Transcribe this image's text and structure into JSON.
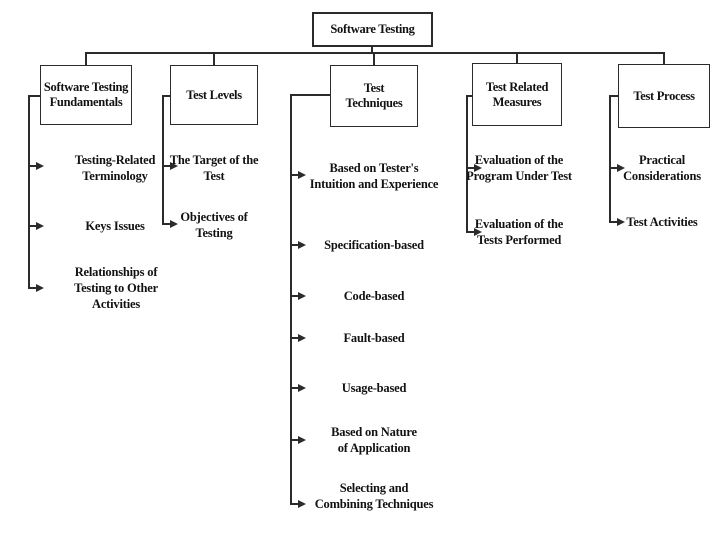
{
  "diagram": {
    "title": "Software Testing knowledge area breakdown",
    "type": "tree",
    "colors": {
      "line": "#2b2b2b",
      "text": "#121212",
      "background": "#ffffff",
      "box_border": "#2b2b2b"
    },
    "root": {
      "label": "Software Testing"
    },
    "branches": [
      {
        "label": "Software Testing Fundamentals",
        "children": [
          "Testing-Related Terminology",
          "Keys Issues",
          "Relationships of Testing to Other Activities"
        ]
      },
      {
        "label": "Test Levels",
        "children": [
          "The Target of the Test",
          "Objectives of Testing"
        ]
      },
      {
        "label": "Test Techniques",
        "children": [
          "Based on Tester's Intuition and Experience",
          "Specification-based",
          "Code-based",
          "Fault-based",
          "Usage-based",
          "Based on Nature of Application",
          "Selecting and Combining Techniques"
        ]
      },
      {
        "label": "Test Related Measures",
        "children": [
          "Evaluation of the Program Under Test",
          "Evaluation of the Tests Performed"
        ]
      },
      {
        "label": "Test Process",
        "children": [
          "Practical Considerations",
          "Test Activities"
        ]
      }
    ]
  }
}
